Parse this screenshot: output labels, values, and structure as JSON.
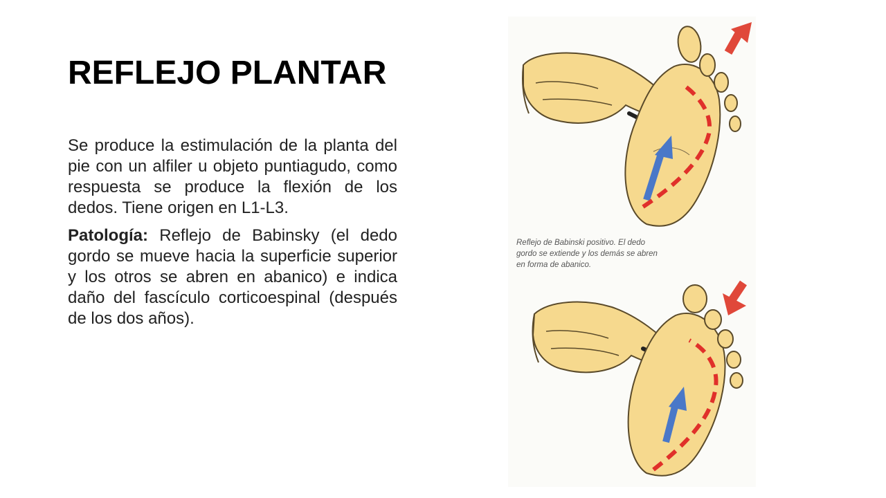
{
  "slide": {
    "title": "REFLEJO PLANTAR",
    "paragraph1": "Se produce la estimulación de la planta del pie con un alfiler u objeto puntiagudo, como respuesta se produce la flexión de los dedos. Tiene origen en L1-L3.",
    "paragraph2_label": "Patología:",
    "paragraph2": " Reflejo de Babinsky (el dedo gordo se mueve hacia la superficie superior y los otros se abren en abanico) e indica daño del fascículo corticoespinal (después de los dos años)."
  },
  "figure": {
    "caption_line1": "Reflejo de Babinski positivo. El dedo",
    "caption_line2": "gordo se extiende y los demás se abren",
    "caption_line3": "en forma de abanico.",
    "colors": {
      "skin": "#f6d98e",
      "skin_outline": "#5a4a2a",
      "dashed_path": "#e0302a",
      "stimulus_arrow": "#4a78c8",
      "response_arrow": "#e0483a"
    }
  }
}
